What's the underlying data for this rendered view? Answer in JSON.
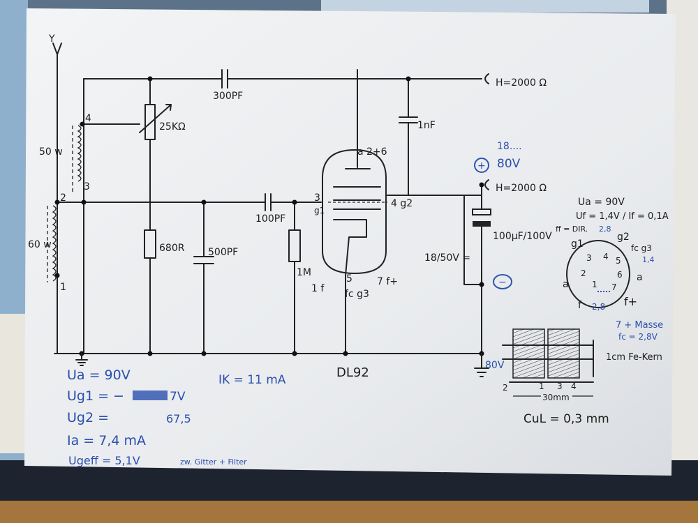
{
  "schematic": {
    "tube_name": "DL92",
    "antenna": "Y",
    "coil_upper_turns": "50 w",
    "coil_lower_turns": "60 w",
    "node_4": "4",
    "node_3": "3",
    "node_2": "2",
    "node_1": "1",
    "c_top": "300PF",
    "pot": "25KΩ",
    "r_680": "680R",
    "c_500": "500PF",
    "c_100": "100PF",
    "r_1m": "1M",
    "c_1nf": "1nF",
    "headphone_top": "H=2000 Ω",
    "headphone_mid": "H=2000 Ω",
    "pin_a": "a 2+6",
    "pin_g1": "3\ng1",
    "pin_g1_num": "3",
    "pin_g1_label": "g1",
    "pin_g2": "4 g2",
    "pin_5": "5",
    "pin_fc": "fc g3",
    "pin_1f": "1 f",
    "pin_7f": "7 f+",
    "cap_elko": "100μF/100V",
    "battery_low": "18/50V =",
    "battery_high_range": "18....",
    "battery_high": "80V",
    "plus_sign": "+",
    "minus_sign": "−",
    "ground_80v": "80V"
  },
  "notes": {
    "ua": "Ua = 90V",
    "ug1": "Ug1 = −",
    "ug1_value": "7V",
    "ug2": "Ug2 =",
    "ug2_value": "67,5",
    "ia": "Ia = 7,4 mA",
    "ugeff": "Ugeff = 5,1V",
    "ugeff_note": "zw. Gitter + Filter",
    "ik": "IK = 11 mA"
  },
  "pinout": {
    "ua": "Ua = 90V",
    "uf": "Uf = 1,4V / If = 0,1A",
    "ff": "ff = DIR.",
    "val_28_top": "2,8",
    "g2": "g2",
    "g1": "g1",
    "fg3": "fc g3",
    "a_left": "a",
    "a_right": "a",
    "f": "f",
    "fplus": "f+",
    "p1": "1",
    "p2": "2",
    "p3": "3",
    "p4": "4",
    "p5": "5",
    "p6": "6",
    "p7": "7",
    "val_14": "1,4",
    "val_28_bottom": "2,8",
    "masse": "7 + Masse",
    "fc": "fc = 2,8V"
  },
  "coil": {
    "core": "1cm Fe-Kern",
    "length": "30mm",
    "wire": "CuL = 0,3 mm",
    "t2": "2",
    "t1": "1",
    "t3": "3",
    "t4": "4"
  }
}
